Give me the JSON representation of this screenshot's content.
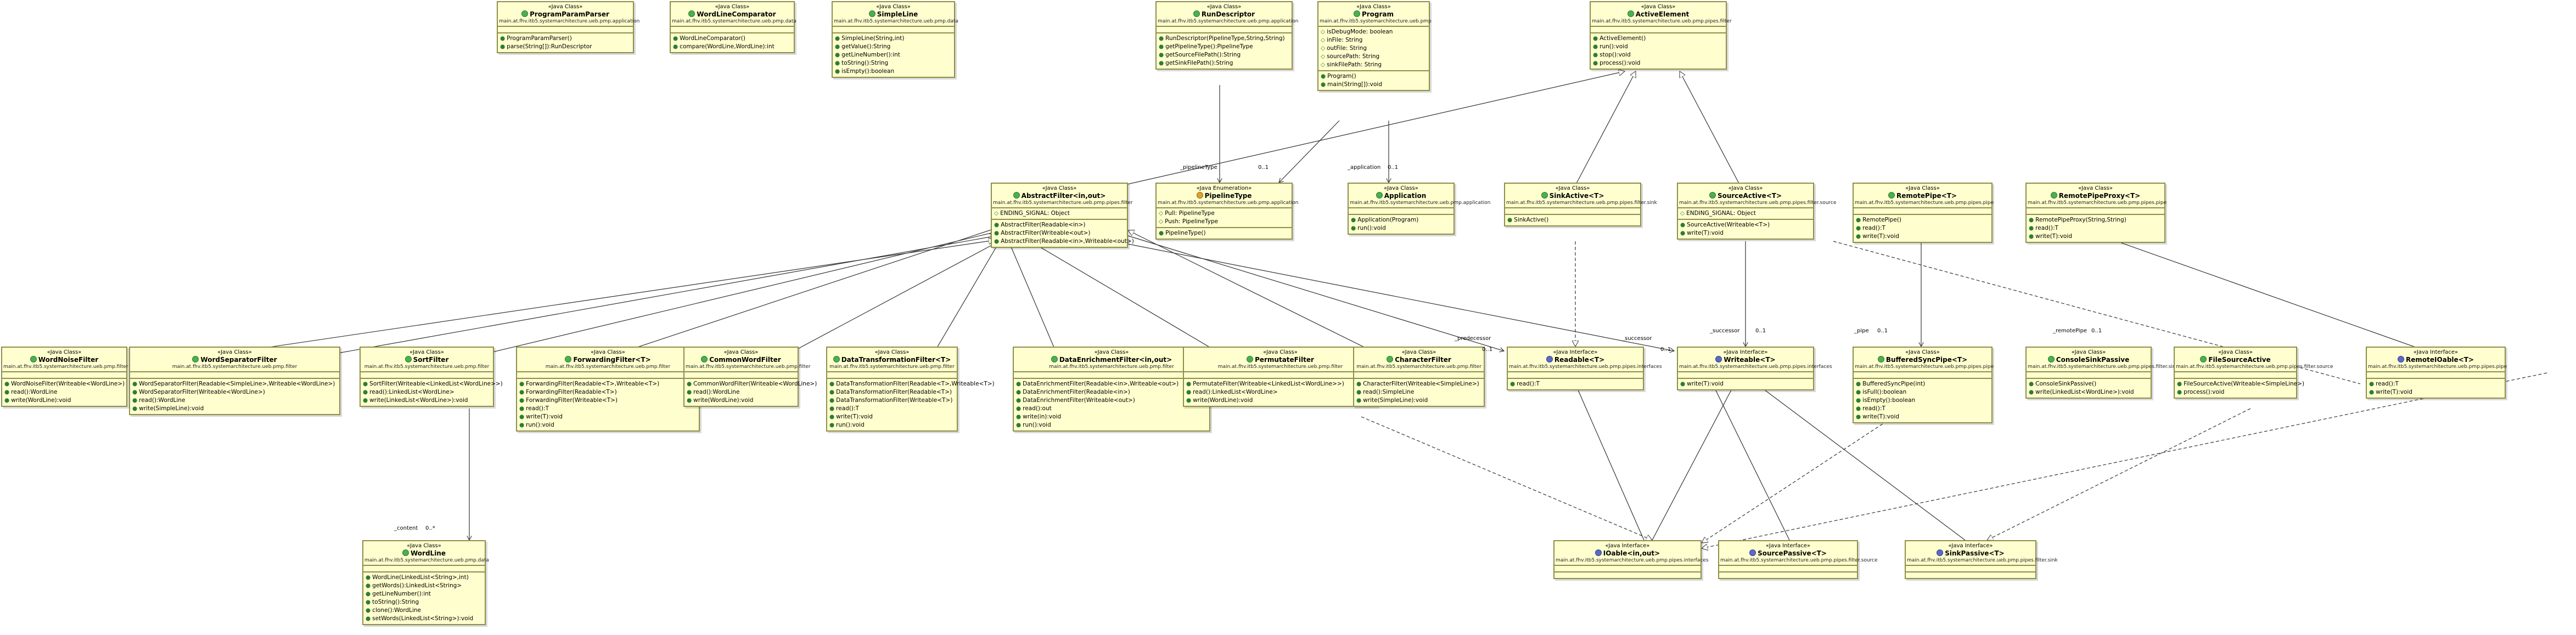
{
  "classes": [
    {
      "key": "ProgramParamParser",
      "stereotype": "«Java Class»",
      "name": "ProgramParamParser",
      "kind": "c",
      "package": "main.at.fhv.itb5.systemarchitecture.ueb.pmp.application",
      "fields": [],
      "methods": [
        "ProgramParamParser()",
        "parse(String[]):RunDescriptor"
      ]
    },
    {
      "key": "WordLineComparator",
      "stereotype": "«Java Class»",
      "name": "WordLineComparator",
      "kind": "c",
      "package": "main.at.fhv.itb5.systemarchitecture.ueb.pmp.data",
      "fields": [],
      "methods": [
        "WordLineComparator()",
        "compare(WordLine,WordLine):int"
      ]
    },
    {
      "key": "SimpleLine",
      "stereotype": "«Java Class»",
      "name": "SimpleLine",
      "kind": "c",
      "package": "main.at.fhv.itb5.systemarchitecture.ueb.pmp.data",
      "fields": [],
      "methods": [
        "SimpleLine(String,int)",
        "getValue():String",
        "getLineNumber():int",
        "toString():String",
        "isEmpty():boolean"
      ]
    },
    {
      "key": "RunDescriptor",
      "stereotype": "«Java Class»",
      "name": "RunDescriptor",
      "kind": "c",
      "package": "main.at.fhv.itb5.systemarchitecture.ueb.pmp.application",
      "fields": [],
      "methods": [
        "RunDescriptor(PipelineType,String,String)",
        "getPipelineType():PipelineType",
        "getSourceFilePath():String",
        "getSinkFilePath():String"
      ]
    },
    {
      "key": "Program",
      "stereotype": "«Java Class»",
      "name": "Program",
      "kind": "c",
      "package": "main.at.fhv.itb5.systemarchitecture.ueb.pmp",
      "fields": [
        "isDebugMode: boolean",
        "inFile: String",
        "outFile: String",
        "sourcePath: String",
        "sinkFilePath: String"
      ],
      "methods": [
        "Program()",
        "main(String[]):void"
      ]
    },
    {
      "key": "ActiveElement",
      "stereotype": "«Java Class»",
      "name": "ActiveElement",
      "kind": "c",
      "package": "main.at.fhv.itb5.systemarchitecture.ueb.pmp.pipes.filter",
      "fields": [],
      "methods": [
        "ActiveElement()",
        "run():void",
        "stop():void",
        "process():void"
      ]
    },
    {
      "key": "AbstractFilter",
      "stereotype": "«Java Class»",
      "name": "AbstractFilter<in,out>",
      "kind": "c",
      "package": "main.at.fhv.itb5.systemarchitecture.ueb.pmp.pipes.filter",
      "fields": [
        "ENDING_SIGNAL: Object"
      ],
      "methods": [
        "AbstractFilter(Readable<in>)",
        "AbstractFilter(Writeable<out>)",
        "AbstractFilter(Readable<in>,Writeable<out>)"
      ]
    },
    {
      "key": "PipelineType",
      "stereotype": "«Java Enumeration»",
      "name": "PipelineType",
      "kind": "e",
      "package": "main.at.fhv.itb5.systemarchitecture.ueb.pmp.application",
      "fields": [
        "Pull: PipelineType",
        "Push: PipelineType"
      ],
      "methods": [
        "PipelineType()"
      ]
    },
    {
      "key": "Application",
      "stereotype": "«Java Class»",
      "name": "Application",
      "kind": "c",
      "package": "main.at.fhv.itb5.systemarchitecture.ueb.pmp.application",
      "fields": [],
      "methods": [
        "Application(Program)",
        "run():void"
      ]
    },
    {
      "key": "SinkActive",
      "stereotype": "«Java Class»",
      "name": "SinkActive<T>",
      "kind": "c",
      "package": "main.at.fhv.itb5.systemarchitecture.ueb.pmp.pipes.filter.sink",
      "fields": [],
      "methods": [
        "SinkActive()"
      ]
    },
    {
      "key": "SourceActive",
      "stereotype": "«Java Class»",
      "name": "SourceActive<T>",
      "kind": "c",
      "package": "main.at.fhv.itb5.systemarchitecture.ueb.pmp.pipes.filter.source",
      "fields": [
        "ENDING_SIGNAL: Object"
      ],
      "methods": [
        "SourceActive(Writeable<T>)",
        "write(T):void"
      ]
    },
    {
      "key": "RemotePipe",
      "stereotype": "«Java Class»",
      "name": "RemotePipe<T>",
      "kind": "c",
      "package": "main.at.fhv.itb5.systemarchitecture.ueb.pmp.pipes.pipe",
      "fields": [],
      "methods": [
        "RemotePipe()",
        "read():T",
        "write(T):void"
      ]
    },
    {
      "key": "RemotePipeProxy",
      "stereotype": "«Java Class»",
      "name": "RemotePipeProxy<T>",
      "kind": "c",
      "package": "main.at.fhv.itb5.systemarchitecture.ueb.pmp.pipes.pipe",
      "fields": [],
      "methods": [
        "RemotePipeProxy(String,String)",
        "read():T",
        "write(T):void"
      ]
    },
    {
      "key": "WordNoiseFilter",
      "stereotype": "«Java Class»",
      "name": "WordNoiseFilter",
      "kind": "c",
      "package": "main.at.fhv.itb5.systemarchitecture.ueb.pmp.filter",
      "fields": [],
      "methods": [
        "WordNoiseFilter(Writeable<WordLine>)",
        "read():WordLine",
        "write(WordLine):void"
      ]
    },
    {
      "key": "WordSeparatorFilter",
      "stereotype": "«Java Class»",
      "name": "WordSeparatorFilter",
      "kind": "c",
      "package": "main.at.fhv.itb5.systemarchitecture.ueb.pmp.filter",
      "fields": [],
      "methods": [
        "WordSeparatorFilter(Readable<SimpleLine>,Writeable<WordLine>)",
        "WordSeparatorFilter(Writeable<WordLine>)",
        "read():WordLine",
        "write(SimpleLine):void"
      ]
    },
    {
      "key": "SortFilter",
      "stereotype": "«Java Class»",
      "name": "SortFilter",
      "kind": "c",
      "package": "main.at.fhv.itb5.systemarchitecture.ueb.pmp.filter",
      "fields": [],
      "methods": [
        "SortFilter(Writeable<LinkedList<WordLine>>)",
        "read():LinkedList<WordLine>",
        "write(LinkedList<WordLine>):void"
      ]
    },
    {
      "key": "ForwardingFilter",
      "stereotype": "«Java Class»",
      "name": "ForwardingFilter<T>",
      "kind": "c",
      "package": "main.at.fhv.itb5.systemarchitecture.ueb.pmp.filter",
      "fields": [],
      "methods": [
        "ForwardingFilter(Readable<T>,Writeable<T>)",
        "ForwardingFilter(Readable<T>)",
        "ForwardingFilter(Writeable<T>)",
        "read():T",
        "write(T):void",
        "run():void"
      ]
    },
    {
      "key": "CommonWordFilter",
      "stereotype": "«Java Class»",
      "name": "CommonWordFilter",
      "kind": "c",
      "package": "main.at.fhv.itb5.systemarchitecture.ueb.pmp.filter",
      "fields": [],
      "methods": [
        "CommonWordFilter(Writeable<WordLine>)",
        "read():WordLine",
        "write(WordLine):void"
      ]
    },
    {
      "key": "DataTransformationFilter",
      "stereotype": "«Java Class»",
      "name": "DataTransformationFilter<T>",
      "kind": "c",
      "package": "main.at.fhv.itb5.systemarchitecture.ueb.pmp.filter",
      "fields": [],
      "methods": [
        "DataTransformationFilter(Readable<T>,Writeable<T>)",
        "DataTransformationFilter(Readable<T>)",
        "DataTransformationFilter(Writeable<T>)",
        "read():T",
        "write(T):void",
        "run():void"
      ]
    },
    {
      "key": "DataEnrichmentFilter",
      "stereotype": "«Java Class»",
      "name": "DataEnrichmentFilter<in,out>",
      "kind": "c",
      "package": "main.at.fhv.itb5.systemarchitecture.ueb.pmp.filter",
      "fields": [],
      "methods": [
        "DataEnrichmentFilter(Readable<in>,Writeable<out>)",
        "DataEnrichmentFilter(Readable<in>)",
        "DataEnrichmentFilter(Writeable<out>)",
        "read():out",
        "write(in):void",
        "run():void"
      ]
    },
    {
      "key": "PermutateFilter",
      "stereotype": "«Java Class»",
      "name": "PermutateFilter",
      "kind": "c",
      "package": "main.at.fhv.itb5.systemarchitecture.ueb.pmp.filter",
      "fields": [],
      "methods": [
        "PermutateFilter(Writeable<LinkedList<WordLine>>)",
        "read():LinkedList<WordLine>",
        "write(WordLine):void"
      ]
    },
    {
      "key": "CharacterFilter",
      "stereotype": "«Java Class»",
      "name": "CharacterFilter",
      "kind": "c",
      "package": "main.at.fhv.itb5.systemarchitecture.ueb.pmp.filter",
      "fields": [],
      "methods": [
        "CharacterFilter(Writeable<SimpleLine>)",
        "read():SimpleLine",
        "write(SimpleLine):void"
      ]
    },
    {
      "key": "Readable",
      "stereotype": "«Java Interface»",
      "name": "Readable<T>",
      "kind": "i",
      "package": "main.at.fhv.itb5.systemarchitecture.ueb.pmp.pipes.interfaces",
      "fields": [],
      "methods": [
        "read():T"
      ]
    },
    {
      "key": "Writeable",
      "stereotype": "«Java Interface»",
      "name": "Writeable<T>",
      "kind": "i",
      "package": "main.at.fhv.itb5.systemarchitecture.ueb.pmp.pipes.interfaces",
      "fields": [],
      "methods": [
        "write(T):void"
      ]
    },
    {
      "key": "BufferedSyncPipe",
      "stereotype": "«Java Class»",
      "name": "BufferedSyncPipe<T>",
      "kind": "c",
      "package": "main.at.fhv.itb5.systemarchitecture.ueb.pmp.pipes.pipe",
      "fields": [],
      "methods": [
        "BufferedSyncPipe(int)",
        "isFull():boolean",
        "isEmpty():boolean",
        "read():T",
        "write(T):void"
      ]
    },
    {
      "key": "ConsoleSinkPassive",
      "stereotype": "«Java Class»",
      "name": "ConsoleSinkPassive",
      "kind": "c",
      "package": "main.at.fhv.itb5.systemarchitecture.ueb.pmp.pipes.filter.sink",
      "fields": [],
      "methods": [
        "ConsoleSinkPassive()",
        "write(LinkedList<WordLine>):void"
      ]
    },
    {
      "key": "FileSourceActive",
      "stereotype": "«Java Class»",
      "name": "FileSourceActive",
      "kind": "c",
      "package": "main.at.fhv.itb5.systemarchitecture.ueb.pmp.pipes.filter.source",
      "fields": [],
      "methods": [
        "FileSourceActive(Writeable<SimpleLine>)",
        "process():void"
      ]
    },
    {
      "key": "RemoteIOable",
      "stereotype": "«Java Interface»",
      "name": "RemoteIOable<T>",
      "kind": "i",
      "package": "main.at.fhv.itb5.systemarchitecture.ueb.pmp.pipes.pipe",
      "fields": [],
      "methods": [
        "read():T",
        "write(T):void"
      ]
    },
    {
      "key": "WordLine",
      "stereotype": "«Java Class»",
      "name": "WordLine",
      "kind": "c",
      "package": "main.at.fhv.itb5.systemarchitecture.ueb.pmp.data",
      "fields": [],
      "methods": [
        "WordLine(LinkedList<String>,int)",
        "getWords():LinkedList<String>",
        "getLineNumber():int",
        "toString():String",
        "clone():WordLine",
        "setWords(LinkedList<String>):void"
      ]
    },
    {
      "key": "IOable",
      "stereotype": "«Java Interface»",
      "name": "IOable<in,out>",
      "kind": "i",
      "package": "main.at.fhv.itb5.systemarchitecture.ueb.pmp.pipes.interfaces",
      "fields": [],
      "methods": []
    },
    {
      "key": "SourcePassive",
      "stereotype": "«Java Interface»",
      "name": "SourcePassive<T>",
      "kind": "i",
      "package": "main.at.fhv.itb5.systemarchitecture.ueb.pmp.pipes.filter.source",
      "fields": [],
      "methods": []
    },
    {
      "key": "SinkPassive",
      "stereotype": "«Java Interface»",
      "name": "SinkPassive<T>",
      "kind": "i",
      "package": "main.at.fhv.itb5.systemarchitecture.ueb.pmp.pipes.filter.sink",
      "fields": [],
      "methods": []
    }
  ],
  "edge_labels": [
    {
      "key": "l_pipelinetype",
      "text": "_pipelineType"
    },
    {
      "key": "l_pipelinetype_m",
      "text": "0..1"
    },
    {
      "key": "l_application",
      "text": "_application"
    },
    {
      "key": "l_application_m",
      "text": "0..1"
    },
    {
      "key": "l_predecessor",
      "text": "_predecessor"
    },
    {
      "key": "l_predecessor_m",
      "text": "0..1"
    },
    {
      "key": "l_successor",
      "text": "_successor"
    },
    {
      "key": "l_successor_m",
      "text": "0..1"
    },
    {
      "key": "l_successor2",
      "text": "_successor"
    },
    {
      "key": "l_successor2_m",
      "text": "0..1"
    },
    {
      "key": "l_pipe",
      "text": "_pipe"
    },
    {
      "key": "l_pipe_m",
      "text": "0..1"
    },
    {
      "key": "l_remotepipe",
      "text": "_remotePipe"
    },
    {
      "key": "l_remotepipe_m",
      "text": "0..1"
    },
    {
      "key": "l_content",
      "text": "_content"
    },
    {
      "key": "l_content_m",
      "text": "0..*"
    }
  ],
  "colors": {
    "box_fill": "#fefece",
    "box_border": "#8e8e4a",
    "line": "#333333"
  }
}
